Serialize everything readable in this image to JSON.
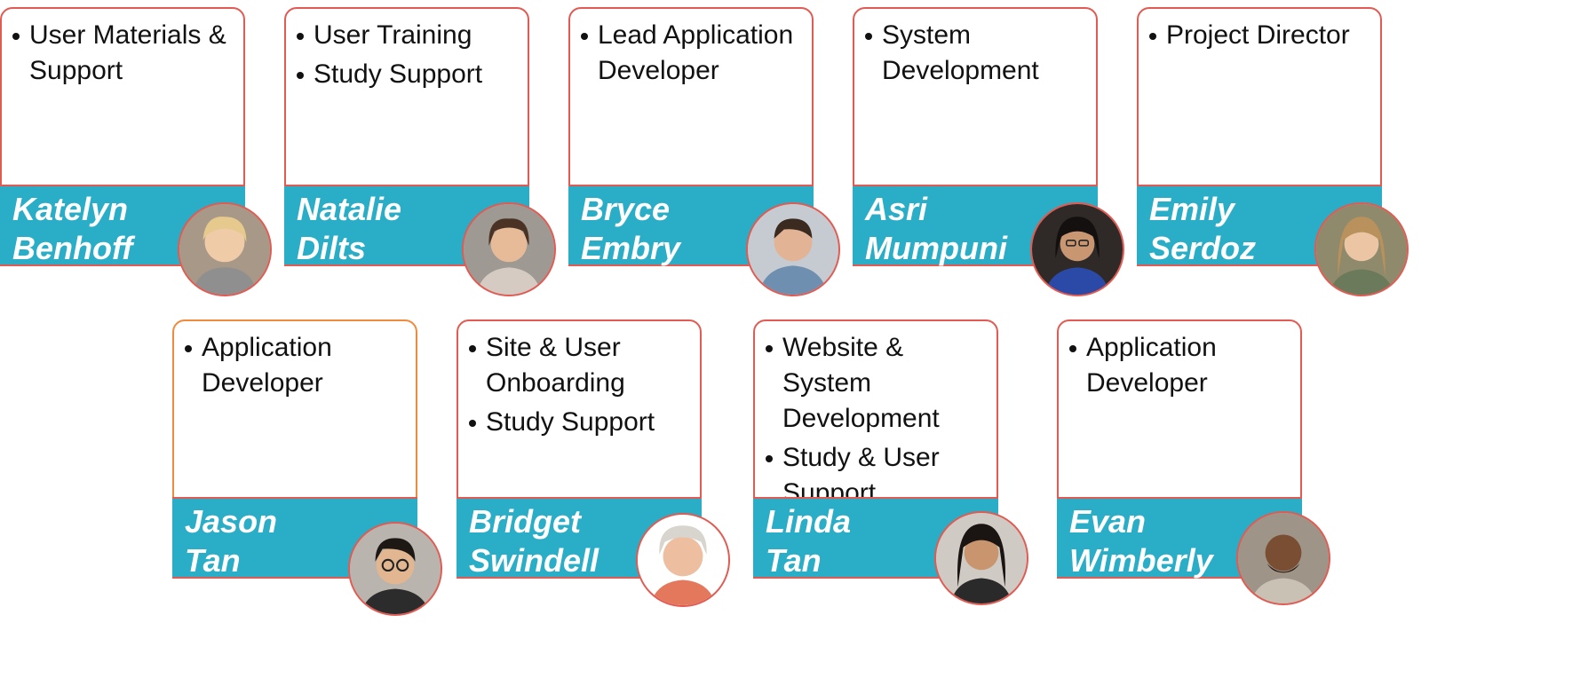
{
  "accent": {
    "border": "#e25a52",
    "border_alt": "#f08a3c",
    "namebar": "#2aadc6"
  },
  "people": [
    {
      "first": "Katelyn",
      "last": "Benhoff",
      "roles": [
        "User Materials & Support"
      ],
      "avatar": "woman-blonde-portrait"
    },
    {
      "first": "Natalie",
      "last": "Dilts",
      "roles": [
        "User Training",
        "Study Support"
      ],
      "avatar": "woman-brunette-portrait"
    },
    {
      "first": "Bryce",
      "last": "Embry",
      "roles": [
        "Lead Application Developer"
      ],
      "avatar": "man-portrait"
    },
    {
      "first": "Asri",
      "last": "Mumpuni",
      "roles": [
        "System Development"
      ],
      "avatar": "woman-glasses-portrait"
    },
    {
      "first": "Emily",
      "last": "Serdoz",
      "roles": [
        "Project Director"
      ],
      "avatar": "woman-long-hair-portrait"
    },
    {
      "first": "Jason",
      "last": "Tan",
      "roles": [
        "Application Developer"
      ],
      "avatar": "man-glasses-portrait"
    },
    {
      "first": "Bridget",
      "last": "Swindell",
      "roles": [
        "Site & User Onboarding",
        "Study Support"
      ],
      "avatar": "woman-gray-hair-portrait"
    },
    {
      "first": "Linda",
      "last": "Tan",
      "roles": [
        "Website & System Development",
        "Study & User Support"
      ],
      "avatar": "woman-dark-hair-portrait"
    },
    {
      "first": "Evan",
      "last": "Wimberly",
      "roles": [
        "Application Developer"
      ],
      "avatar": "man-beard-portrait"
    }
  ]
}
